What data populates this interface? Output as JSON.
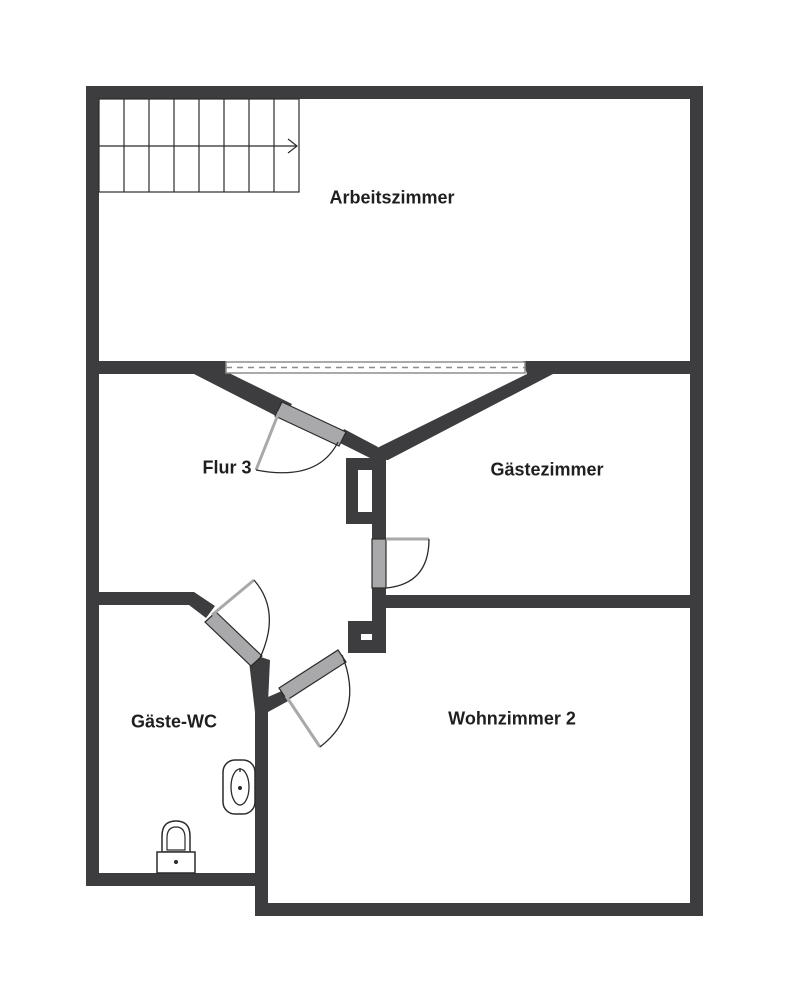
{
  "floorplan": {
    "rooms": {
      "arbeitszimmer": "Arbeitszimmer",
      "gaestezimmer": "Gästezimmer",
      "flur": "Flur 3",
      "gaeste_wc": "Gäste-WC",
      "wohnzimmer": "Wohnzimmer 2"
    },
    "colors": {
      "wall": "#3d3d3f",
      "door_leaf": "#a9a9ab",
      "stroke": "#2b2b2b",
      "background": "#ffffff"
    },
    "icons": [
      "staircase-icon",
      "door-icon",
      "washbasin-icon",
      "toilet-icon"
    ]
  }
}
